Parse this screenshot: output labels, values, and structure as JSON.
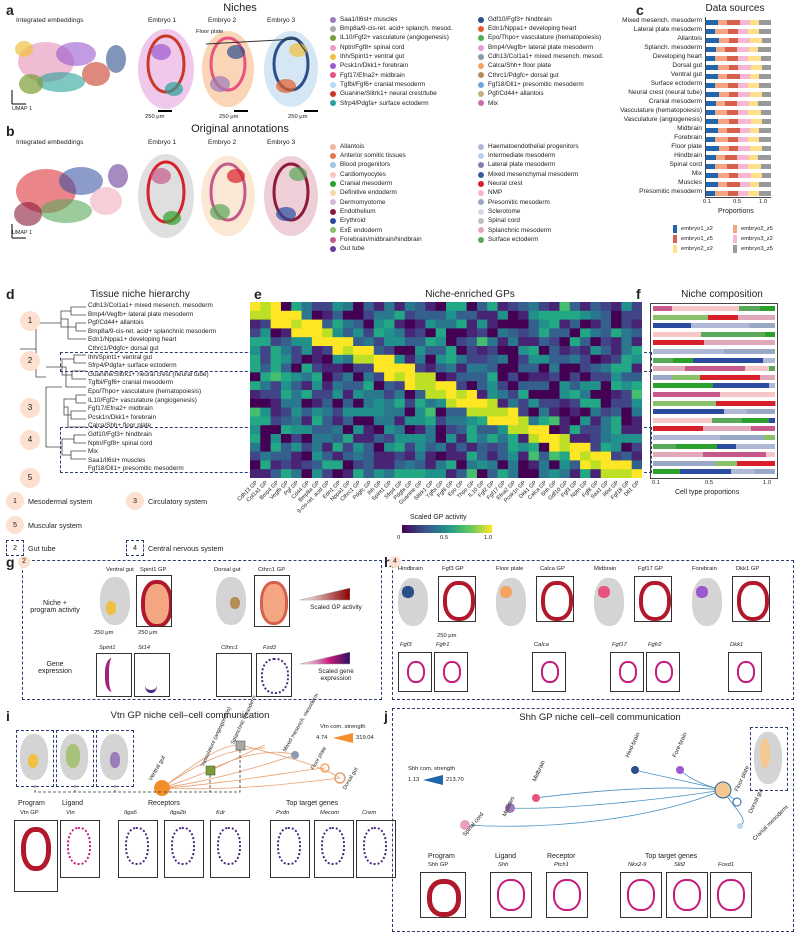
{
  "panels": {
    "a": "a",
    "b": "b",
    "c": "c",
    "d": "d",
    "e": "e",
    "f": "f",
    "g": "g",
    "h": "h",
    "i": "i",
    "j": "j"
  },
  "a": {
    "title": "Niches",
    "integrated": "Integrated embeddings",
    "embryos": [
      "Embryo 1",
      "Embryo 2",
      "Embryo 3"
    ],
    "floor_plate": "Floor plate",
    "scale": "250 μm",
    "umap1": "UMAP 1",
    "umap2": "UMAP 2",
    "legend_left": [
      {
        "label": "Saa1/Il6st+ muscles",
        "color": "#9b7bb8"
      },
      {
        "label": "Bmp8a/9-cis-ret. acid+ splanch. mesod.",
        "color": "#a8a8a8"
      },
      {
        "label": "IL10/Fgf2+ vasculature (angiogenesis)",
        "color": "#7a9e34"
      },
      {
        "label": "Nptn/Fgf8+ spinal cord",
        "color": "#e8a0c0"
      },
      {
        "label": "Ihh/Spint1+ ventral gut",
        "color": "#f0c040"
      },
      {
        "label": "Pcsk1n/Dkk1+ forebrain",
        "color": "#9b59d0"
      },
      {
        "label": "Fgf17/Efna2+ midbrain",
        "color": "#e75480"
      },
      {
        "label": "Tgfbi/Fgf6+ cranial mesoderm",
        "color": "#b9d7ee"
      },
      {
        "label": "Guanine/Slitrk1+ neural crest/tube",
        "color": "#c83a28"
      },
      {
        "label": "Sfrp4/Pdgfa+ surface ectoderm",
        "color": "#2aa198"
      }
    ],
    "legend_right": [
      {
        "label": "Gdf10/Fgf3+ hindbrain",
        "color": "#2d4e8a"
      },
      {
        "label": "Edn1/Nppa1+ developing heart",
        "color": "#e65c2a"
      },
      {
        "label": "Epo/Thpo+ vasculature (hematopoiesis)",
        "color": "#4cae4c"
      },
      {
        "label": "Bmp4/Vegfb+ lateral plate mesoderm",
        "color": "#e49bdc"
      },
      {
        "label": "Cdh13/Col1a1+ mixed mesench. mesod.",
        "color": "#8d99ae"
      },
      {
        "label": "Calca/Shh+ floor plate",
        "color": "#f4a460"
      },
      {
        "label": "Cthrc1/Pdgfc+ dorsal gut",
        "color": "#b58b59"
      },
      {
        "label": "Fgf18/Dll1+ presomitic mesoderm",
        "color": "#6fa8dc"
      },
      {
        "label": "Pgf/Cd44+ allantois",
        "color": "#c2b280"
      },
      {
        "label": "Mix",
        "color": "#d06ab0"
      }
    ]
  },
  "b": {
    "title": "Original annotations",
    "integrated": "Integrated embeddings",
    "embryos": [
      "Embryo 1",
      "Embryo 2",
      "Embryo 3"
    ],
    "umap1": "UMAP 1",
    "umap2": "UMAP 2",
    "legend_left": [
      {
        "label": "Allantois",
        "color": "#f2b49a"
      },
      {
        "label": "Anterior somitic tissues",
        "color": "#e6794a"
      },
      {
        "label": "Blood progenitors",
        "color": "#a6c3e6"
      },
      {
        "label": "Cardiomyocytes",
        "color": "#f7c6c7"
      },
      {
        "label": "Cranial mesoderm",
        "color": "#2ca02c"
      },
      {
        "label": "Definitive endoderm",
        "color": "#f5d5b0"
      },
      {
        "label": "Dermomyotome",
        "color": "#d6b9d8"
      },
      {
        "label": "Endothelium",
        "color": "#8c1a3a"
      },
      {
        "label": "Erythroid",
        "color": "#2b4ba0"
      },
      {
        "label": "ExE endoderm",
        "color": "#8ac06a"
      },
      {
        "label": "Forebrain/midbrain/hindbrain",
        "color": "#c55a8a"
      },
      {
        "label": "Gut tube",
        "color": "#6a3d9a"
      }
    ],
    "legend_right": [
      {
        "label": "Haematoendothelial progenitors",
        "color": "#b0b8d8"
      },
      {
        "label": "Intermediate mesoderm",
        "color": "#b8d0f0"
      },
      {
        "label": "Lateral plate mesoderm",
        "color": "#8a7bb0"
      },
      {
        "label": "Mixed mesenchymal mesoderm",
        "color": "#3a57a8"
      },
      {
        "label": "Neural crest",
        "color": "#d8202a"
      },
      {
        "label": "NMP",
        "color": "#f4b8c8"
      },
      {
        "label": "Presomitic mesoderm",
        "color": "#9aa8c8"
      },
      {
        "label": "Sclerotome",
        "color": "#d8d8e8"
      },
      {
        "label": "Spinal cord",
        "color": "#c0c0c0"
      },
      {
        "label": "Splanchnic mesoderm",
        "color": "#e0a8b8"
      },
      {
        "label": "Surface ectoderm",
        "color": "#5aa85a"
      }
    ]
  },
  "c": {
    "title": "Data sources",
    "xlabel": "Proportions",
    "ticks": [
      "0.1",
      "0.5",
      "1.0"
    ],
    "rows": [
      "Mixed mesench. mesoderm",
      "Lateral plate mesoderm",
      "Allantois",
      "Splanch. mesoderm",
      "Developing heart",
      "Dorsal gut",
      "Ventral gut",
      "Surface ectoderm",
      "Neural crest (neural tube)",
      "Cranial mesoderm",
      "Vasculature (hematopoiesis)",
      "Vasculature (angiogenesis)",
      "Midbrain",
      "Forebrain",
      "Floor plate",
      "Hindbrain",
      "Spinal cord",
      "Mix",
      "Muscles",
      "Presomitic mesoderm"
    ],
    "legend": [
      {
        "label": "embryo1_z2",
        "color": "#2166ac"
      },
      {
        "label": "embryo2_z5",
        "color": "#f4a582"
      },
      {
        "label": "embryo1_z5",
        "color": "#d6604d"
      },
      {
        "label": "embryo3_z2",
        "color": "#f7b6d2"
      },
      {
        "label": "embryo2_z2",
        "color": "#fee08b"
      },
      {
        "label": "embryo3_z5",
        "color": "#999999"
      }
    ]
  },
  "d": {
    "title": "Tissue niche hierarchy",
    "leaves": [
      "Cdh13/Col1a1+ mixed mesench. mesoderm",
      "Bmp4/Vegfb+ lateral plate mesoderm",
      "Pgf/Cd44+ allantois",
      "Bmp8a/9-cis-ret. acid+ splanchnic mesoderm",
      "Edn1/Nppa1+ developing heart",
      "Cthrc1/Pdgfc+ dorsal gut",
      "Ihh/Spint1+ ventral gut",
      "Sfrp4/Pdgfa+ surface ectoderm",
      "Guanine/Slitrk1+ neural crest (neural tube)",
      "Tgfbi/Fgf6+ cranial mesoderm",
      "Epo/Thpo+ vasculature (hematopoiesis)",
      "IL10/Fgf2+ vasculature (angiogenesis)",
      "Fgf17/Efna2+ midbrain",
      "Pcsk1n/Dkk1+ forebrain",
      "Calca/Shh+ floor plate",
      "Gdf10/Fgf3+ hindbrain",
      "Nptn/Fgf8+ spinal cord",
      "Mix",
      "Saa1/Il6st+ muscles",
      "Fgf18/Dll1+ presomitic mesoderm"
    ],
    "systems": [
      {
        "n": "1",
        "label": "Mesodermal system"
      },
      {
        "n": "3",
        "label": "Circulatory system"
      },
      {
        "n": "5",
        "label": "Muscular system"
      },
      {
        "n": "2",
        "label": "Gut tube"
      },
      {
        "n": "4",
        "label": "Central nervous system"
      }
    ]
  },
  "e": {
    "title": "Niche-enriched GPs",
    "cbar_label": "Scaled GP activity",
    "cbar_ticks": [
      "0",
      "0.5",
      "1.0"
    ],
    "cols": [
      "Cdh13 GP",
      "Col1a1 GP",
      "Bmp4 GP",
      "Vegfb GP",
      "Pgf GP",
      "Cd44 GP",
      "Bmp8a GP",
      "9-cis-ret. acid GP",
      "Edn1 GP",
      "Nppa1 GP",
      "Cthrc1 GP",
      "Pdgfc GP",
      "Ihh GP",
      "Spint1 GP",
      "Sfrp4 GP",
      "Pdgfa GP",
      "Guanine GP",
      "Slitrk1 GP",
      "Tgfbi GP",
      "Fgf6 GP",
      "Epo GP",
      "Thpo GP",
      "IL10 GP",
      "Fgf2 GP",
      "Fgf17 GP",
      "Efna2 GP",
      "Pcsk1n GP",
      "Dkk1 GP",
      "Calca GP",
      "Shh GP",
      "Gdf10 GP",
      "Fgf3 GP",
      "Nptn GP",
      "Fgf8 GP",
      "Saa1 GP",
      "Il6st GP",
      "Fgf18 GP",
      "Dll1 GP"
    ]
  },
  "f": {
    "title": "Niche composition",
    "xlabel": "Cell type proportions",
    "ticks": [
      "0.1",
      "0.5",
      "1.0"
    ]
  },
  "g": {
    "badge": "2",
    "row1": "Niche + program activity",
    "row2": "Gene expression",
    "ventral": "Ventral gut",
    "spint1": "Spint1 GP",
    "dorsal": "Dorsal gut",
    "cthrc1": "Cthrc1 GP",
    "scale": "250 μm",
    "genes": [
      "Spint1",
      "St14",
      "Cthrc1",
      "Fzd3"
    ],
    "cbar1": "Scaled GP activity",
    "cbar2": "Scaled gene expression"
  },
  "h": {
    "badge": "4",
    "regions": [
      "Hindbrain",
      "Floor plate",
      "Midbrain",
      "Forebrain"
    ],
    "gps": [
      "Fgf3 GP",
      "Calca GP",
      "Fgf17 GP",
      "Dkk1 GP"
    ],
    "scale": "250 μm",
    "genes": [
      "Fgf3",
      "Fgfr1",
      "Calca",
      "Fgf17",
      "Fgfr2",
      "Dkk1"
    ]
  },
  "i": {
    "title": "Vtn GP niche cell–cell communication",
    "strength_label": "Vtn com. strength",
    "strength_min": "4.74",
    "strength_max": "319.04",
    "nodes": [
      "Ventral gut",
      "Vasculature (angiogenesis)",
      "Splanchnic mesoderm",
      "Mixed mesench. mesoderm",
      "Floor plate",
      "Dorsal gut"
    ],
    "row_labels": [
      "Program",
      "Ligand",
      "Receptors",
      "Top target genes"
    ],
    "program": "Vtn GP",
    "ligand": "Vtn",
    "receptors": [
      "Itga5",
      "Itga2b",
      "Kdr"
    ],
    "targets": [
      "Pxdn",
      "Mecom",
      "Crem"
    ]
  },
  "j": {
    "title": "Shh GP niche cell–cell communication",
    "strength_label": "Shh com. strength",
    "strength_min": "1.13",
    "strength_max": "213.70",
    "nodes": [
      "Midbrain",
      "Hind-brain",
      "Fore-brain",
      "Floor plate",
      "Dorsal gut",
      "Muscles",
      "Spinal cord",
      "Cranial mesoderm"
    ],
    "row_labels": [
      "Program",
      "Ligand",
      "Receptor",
      "Top target genes"
    ],
    "program": "Shh GP",
    "ligand": "Shh",
    "receptor": "Ptch1",
    "targets": [
      "Nkx2-9",
      "Slit2",
      "Foxd1"
    ]
  }
}
